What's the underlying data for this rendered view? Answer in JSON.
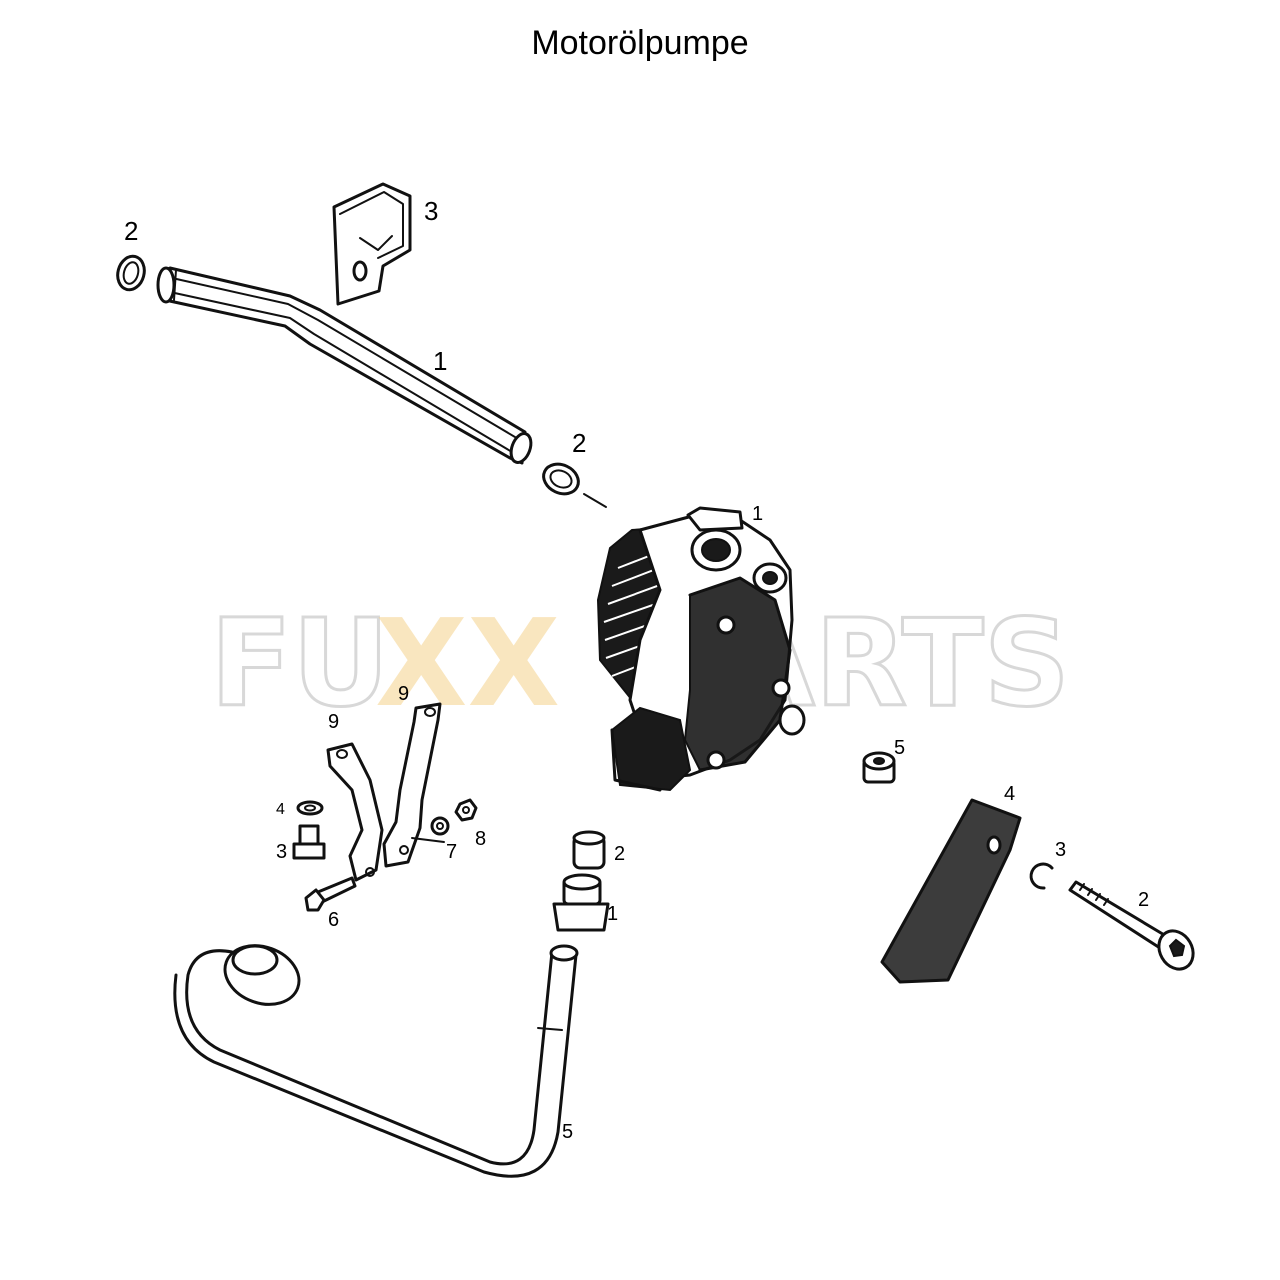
{
  "title": "Motorölpumpe",
  "watermark": {
    "text_left": "FU",
    "text_mid": "XX",
    "text_right": "PARTS",
    "color_outline": "#d8d8d8",
    "color_accent": "#f4d28a"
  },
  "callouts": {
    "suction_pipe": {
      "pipe": "1",
      "ring_left": "2",
      "ring_right": "2",
      "bracket": "3"
    },
    "oil_pump": {
      "pump": "1"
    },
    "bracket_group": {
      "strap_a": "9",
      "strap_b": "9",
      "washer": "4",
      "bolt": "3",
      "nut_small": "7",
      "nut": "8",
      "screw": "6"
    },
    "pressure_fittings": {
      "plug": "2",
      "union": "1",
      "pipe": "5"
    },
    "mounting": {
      "spacer": "5",
      "plate": "4",
      "circlip": "3",
      "bolt": "2"
    }
  }
}
